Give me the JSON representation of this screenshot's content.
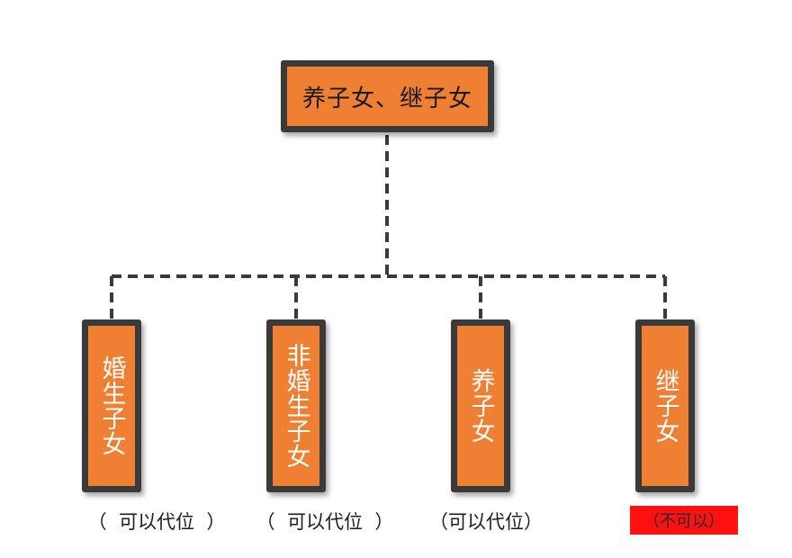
{
  "diagram": {
    "root": {
      "label": "养子女、继子女"
    },
    "children": [
      {
        "label": "婚生子女",
        "note": "（  可以代位  ）"
      },
      {
        "label": "非婚生子女",
        "note": "（  可以代位  ）"
      },
      {
        "label": "养子女",
        "note": "（可以代位）"
      },
      {
        "label": "继子女",
        "note": "（不可以）"
      }
    ]
  },
  "colors": {
    "node_fill": "#ee7f33",
    "node_border": "#3a3a3a",
    "connector": "#3a3a3a",
    "highlight": "#ff1111"
  }
}
